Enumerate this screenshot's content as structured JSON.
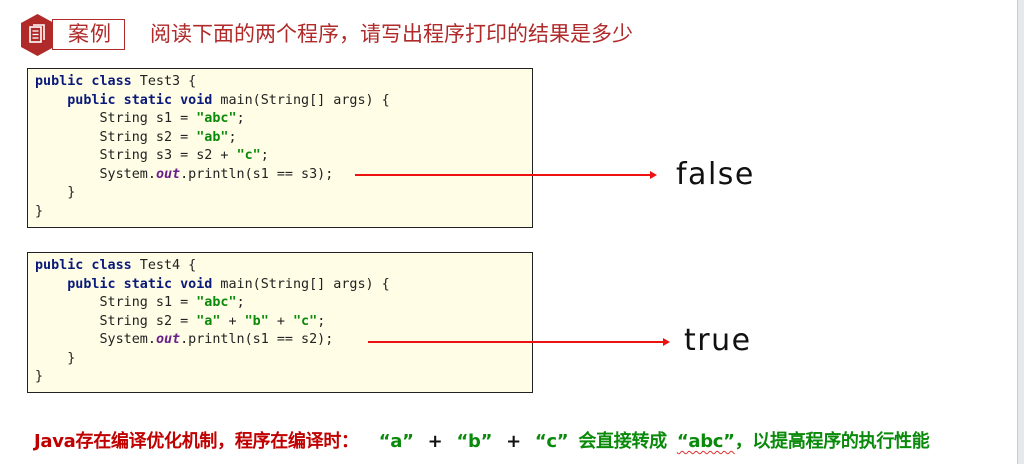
{
  "header": {
    "icon": "document-icon",
    "label": "案例",
    "title": "阅读下面的两个程序，请写出程序打印的结果是多少",
    "accent_color": "#b02a2a"
  },
  "programs": [
    {
      "class_name": "Test3",
      "lines": {
        "l1_kw": "public class",
        "l1_rest": " Test3 {",
        "l2_kw": "public static void",
        "l2_rest": " main(String[] args) {",
        "l3_pre": "String s1 = ",
        "l3_str": "\"abc\"",
        "l3_post": ";",
        "l4_pre": "String s2 = ",
        "l4_str": "\"ab\"",
        "l4_post": ";",
        "l5_pre": "String s3 = s2 + ",
        "l5_str": "\"c\"",
        "l5_post": ";",
        "l6_pre": "System.",
        "l6_fld": "out",
        "l6_post": ".println(s1 == s3);",
        "l7": "}",
        "l8": "}"
      },
      "result": "false"
    },
    {
      "class_name": "Test4",
      "lines": {
        "l1_kw": "public class",
        "l1_rest": " Test4 {",
        "l2_kw": "public static void",
        "l2_rest": " main(String[] args) {",
        "l3_pre": "String s1 = ",
        "l3_str": "\"abc\"",
        "l3_post": ";",
        "l4_pre": "String s2 = ",
        "l4_str_a": "\"a\"",
        "l4_plus1": " + ",
        "l4_str_b": "\"b\"",
        "l4_plus2": " + ",
        "l4_str_c": "\"c\"",
        "l4_post": ";",
        "l5_pre": "System.",
        "l5_fld": "out",
        "l5_post": ".println(s1 == s2);",
        "l6": "}",
        "l7": "}"
      },
      "result": "true"
    }
  ],
  "note": {
    "prefix": "Java存在编译优化机制，程序在编译时：",
    "a": "“a”",
    "plus": "+",
    "b": "“b”",
    "c": "“c”",
    "mid": "会直接转成",
    "abc": "“abc”",
    "suffix": "，以提高程序的执行性能",
    "prefix_color": "#c00000",
    "highlight_color": "#0a8a0a"
  },
  "arrow_color": "#ee1111"
}
